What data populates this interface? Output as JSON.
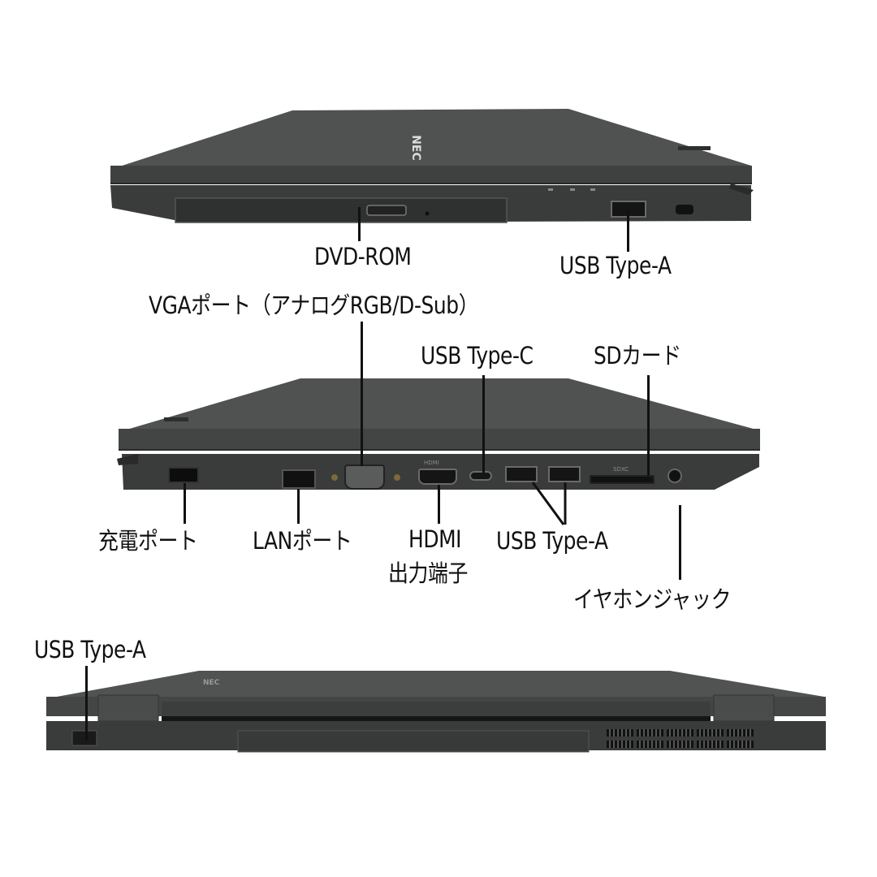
{
  "views": {
    "right_side": {
      "labels": {
        "dvd": "DVD-ROM",
        "usb_a": "USB Type-A"
      },
      "brand_mark": "NEC"
    },
    "left_side": {
      "labels": {
        "vga": "VGAポート（アナログRGB/D-Sub）",
        "usb_c": "USB Type-C",
        "sd": "SDカード",
        "charge": "充電ポート",
        "lan": "LANポート",
        "hdmi_line1": "HDMI",
        "hdmi_line2": "出力端子",
        "usb_a": "USB Type-A",
        "earphone": "イヤホンジャック"
      },
      "port_marks": {
        "hdmi": "HDMI",
        "sd": "SDXC"
      }
    },
    "rear": {
      "labels": {
        "usb_a": "USB Type-A"
      },
      "brand_mark": "NEC"
    }
  },
  "colors": {
    "background": "#ffffff",
    "chassis": "#3b3c3c",
    "lid": "#4c4d4d",
    "text": "#111111"
  }
}
